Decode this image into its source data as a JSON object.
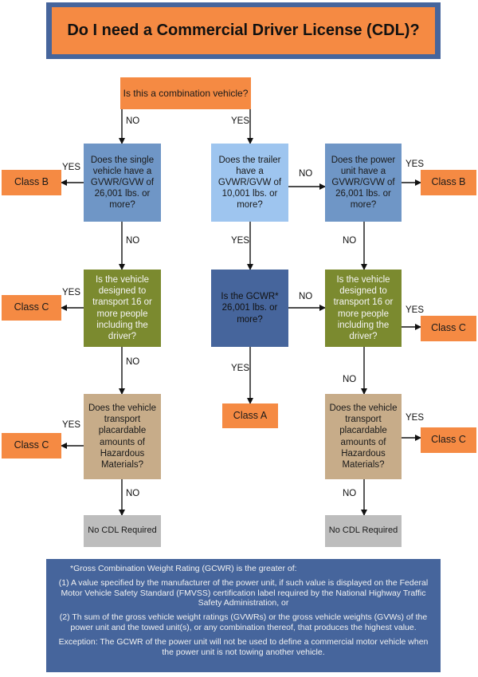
{
  "title": "Do I need a Commercial Driver License (CDL)?",
  "nodes": {
    "start": "Is this a combination vehicle?",
    "single_gvwr": "Does the single vehicle have a GVWR/GVW of 26,001 lbs. or more?",
    "trailer_gvwr": "Does the trailer have a GVWR/GVW of 10,001 lbs. or more?",
    "power_gvwr": "Does the power unit have a GVWR/GVW of 26,001 lbs. or more?",
    "left_people": "Is the vehicle designed to transport 16 or more people including the driver?",
    "gcwr": "Is the GCWR* 26,001 lbs. or more?",
    "right_people": "Is the vehicle designed to transport 16 or more people including the driver?",
    "left_hazmat": "Does the vehicle transport placardable amounts of Hazardous Materials?",
    "right_hazmat": "Does the vehicle transport placardable amounts of Hazardous Materials?",
    "left_class_b": "Class B",
    "right_class_b": "Class B",
    "left_class_c_people": "Class C",
    "right_class_c_people": "Class C",
    "class_a": "Class A",
    "left_class_c_hazmat": "Class C",
    "right_class_c_hazmat": "Class C",
    "left_no_cdl": "No CDL Required",
    "right_no_cdl": "No CDL Required"
  },
  "edge_labels": {
    "yes": "YES",
    "no": "NO"
  },
  "footnote": {
    "heading": "*Gross Combination Weight Rating (GCWR) is the greater of:",
    "item1": "(1) A value specified by the manufacturer of the power unit, if such value is displayed on the Federal Motor Vehicle Safety Standard (FMVSS) certification label required by the National Highway Traffic Safety Administration, or",
    "item2": "(2) Th sum of the gross vehicle weight ratings (GVWRs) or the gross vehicle weights (GVWs) of the power unit and the towed unit(s), or any combination thereof, that produces the highest value.",
    "exception": "Exception: The GCWR of the power unit will not be used to define a commercial motor vehicle when the power unit is not towing another vehicle."
  },
  "colors": {
    "orange": "#f58a43",
    "blue": "#6f96c6",
    "light_blue": "#9ec5ef",
    "dark_blue": "#46659c",
    "green": "#7b8a2f",
    "tan": "#c7ac89",
    "gray": "#bdbdbd"
  }
}
